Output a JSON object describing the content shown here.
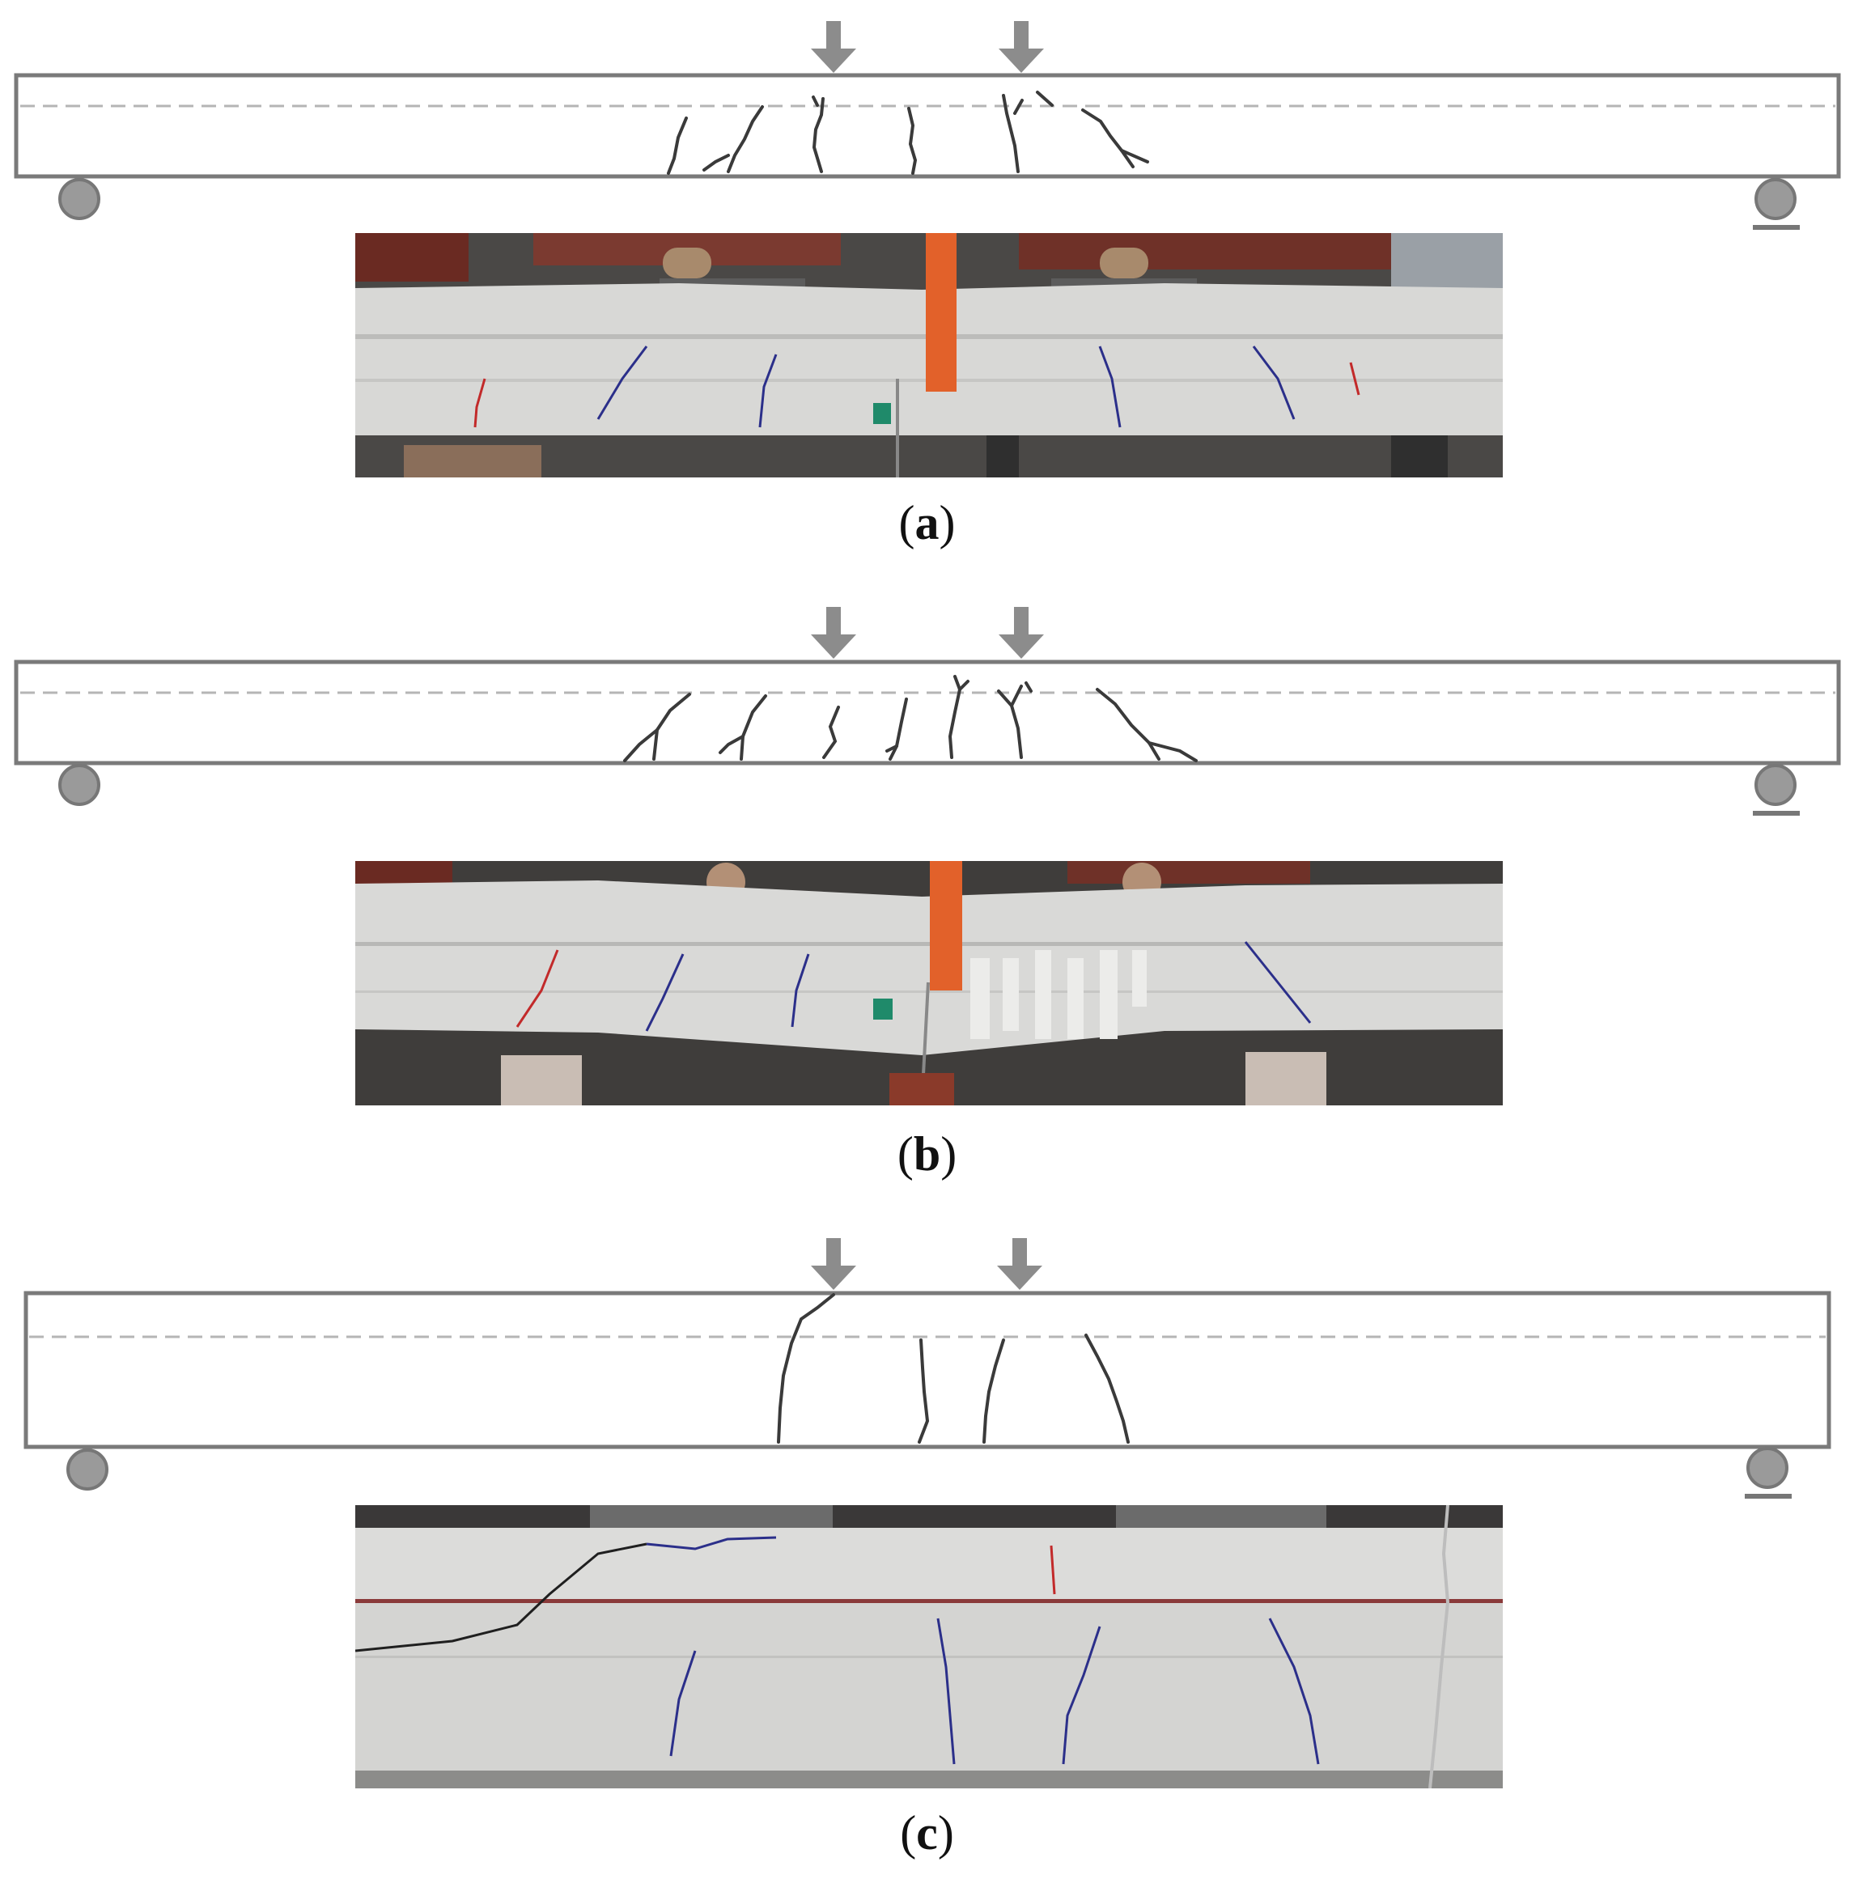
{
  "figure": {
    "panels": [
      {
        "id": "a",
        "caption_letter": "a"
      },
      {
        "id": "b",
        "caption_letter": "b"
      },
      {
        "id": "c",
        "caption_letter": "c"
      }
    ]
  },
  "colors": {
    "beam_outline": "#7a7a7a",
    "neutral_axis_dashes": "#b5b5b5",
    "crack_lines": "#3a3a3a",
    "load_arrow": "#8c8c8c",
    "support": "#9a9a9a",
    "concrete": "#d8d8d6",
    "crack_marker_blue": "#2b2f8a",
    "crack_marker_red": "#c22a2a",
    "lvdt_orange": "#e2612a",
    "frame_red_brown": "#6a2a22"
  },
  "icons": {
    "load": "down-arrow-icon",
    "pin_support": "circle-support-icon",
    "roller_support": "roller-support-icon"
  }
}
